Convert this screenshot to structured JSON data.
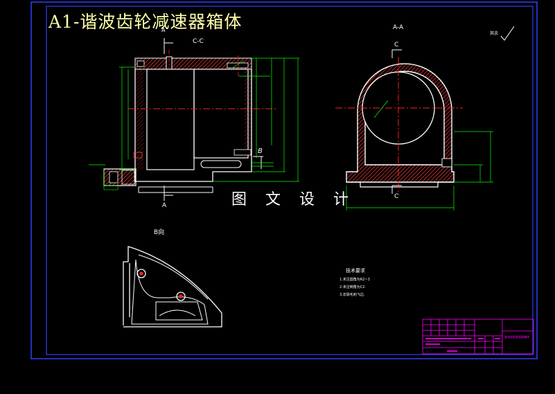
{
  "title": "A1-谐波齿轮减速器箱体",
  "watermark": "图 文 设 计",
  "views": {
    "section_cc": "C-C",
    "section_aa": "A-A",
    "view_b": "B向",
    "mark_a_top": "A",
    "mark_a_bottom": "A",
    "mark_b": "B",
    "mark_c_top": "C",
    "mark_c_bottom": "C",
    "surface_roughness": "其余"
  },
  "tech_requirements": {
    "heading": "技术要求",
    "items": [
      "1.未注圆角为R2~3",
      "2.未注倒角为C2.",
      "3.去除毛刺飞边."
    ]
  },
  "title_block": {
    "part_name": "谐波齿轮减速器箱体"
  },
  "colors": {
    "background": "#000000",
    "outline": "#ffffff",
    "dimension": "#00ff00",
    "centerline": "#ff2020",
    "hatch": "#ff4040",
    "frame": "#3040ff",
    "title_block": "#ff00ff",
    "title_text": "#ffffaa"
  }
}
